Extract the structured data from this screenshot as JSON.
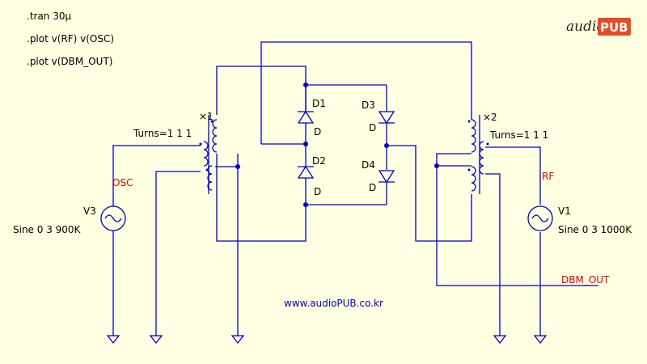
{
  "directives": [
    ".tran 30µ",
    ".plot v(RF) v(OSC)",
    ".plot  v(DBM_OUT)"
  ],
  "logo": {
    "prefix": "audio",
    "highlight": "PUB"
  },
  "transformers": [
    {
      "ref": "×1",
      "turns": "Turns=1 1 1"
    },
    {
      "ref": "×2",
      "turns": "Turns=1 1 1"
    }
  ],
  "diodes": [
    {
      "ref": "D1",
      "model": "D"
    },
    {
      "ref": "D2",
      "model": "D"
    },
    {
      "ref": "D3",
      "model": "D"
    },
    {
      "ref": "D4",
      "model": "D"
    }
  ],
  "sources": [
    {
      "ref": "V3",
      "value": "Sine 0 3 900K"
    },
    {
      "ref": "V1",
      "value": "Sine 0 3 1000K"
    }
  ],
  "nets": {
    "osc": "OSC",
    "rf": "RF",
    "out": "DBM_OUT"
  },
  "website": "www.audioPUB.co.kr",
  "colors": {
    "wire": "#0000CC",
    "net_label": "#E00000",
    "background": "#FFFFE1",
    "logo_accent": "#E84A23"
  }
}
